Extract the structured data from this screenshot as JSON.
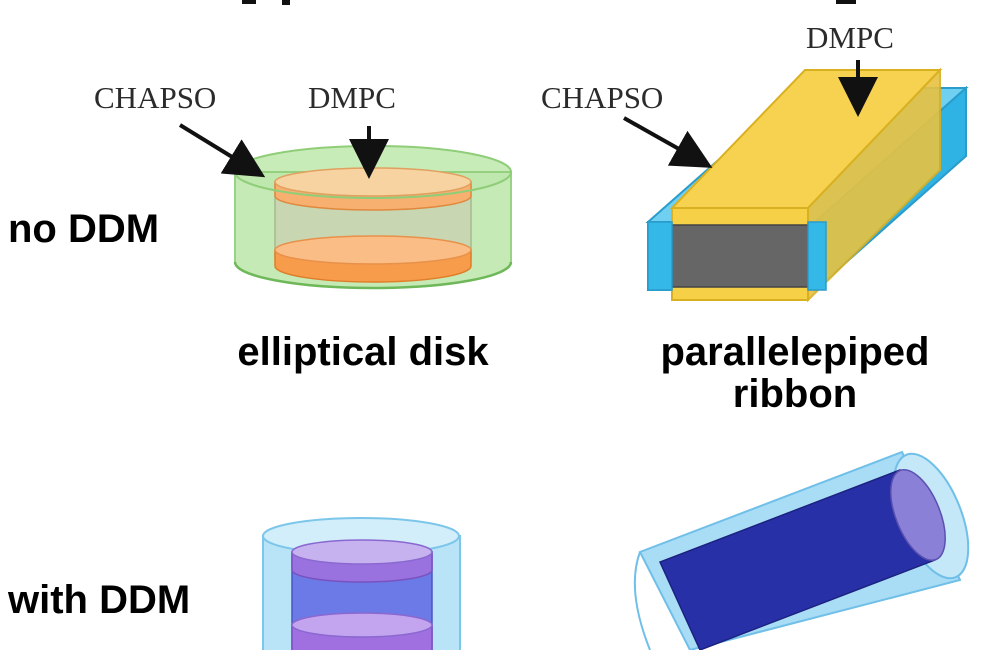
{
  "rows": {
    "no_ddm": "no DDM",
    "with_ddm": "with DDM"
  },
  "shapes": {
    "elliptical_disk": "elliptical disk",
    "ribbon_line1": "parallelepiped",
    "ribbon_line2": "ribbon"
  },
  "callouts": {
    "chapso_disk": "CHAPSO",
    "dmpc_disk": "DMPC",
    "chapso_ribbon": "CHAPSO",
    "dmpc_ribbon": "DMPC"
  },
  "colors": {
    "chapso_rim": "#b8e6a6",
    "dmpc_disk": "#f7a35c",
    "ribbon_chapso": "#33b8e8",
    "ribbon_dmpc": "#f6d046",
    "ribbon_core": "#666666",
    "ddm_shell": "#a9dcf5",
    "ddm_disk_core": "#6b7ae6",
    "ddm_disk_layer": "#a070e0",
    "ddm_cylinder_core": "#2830a8"
  }
}
